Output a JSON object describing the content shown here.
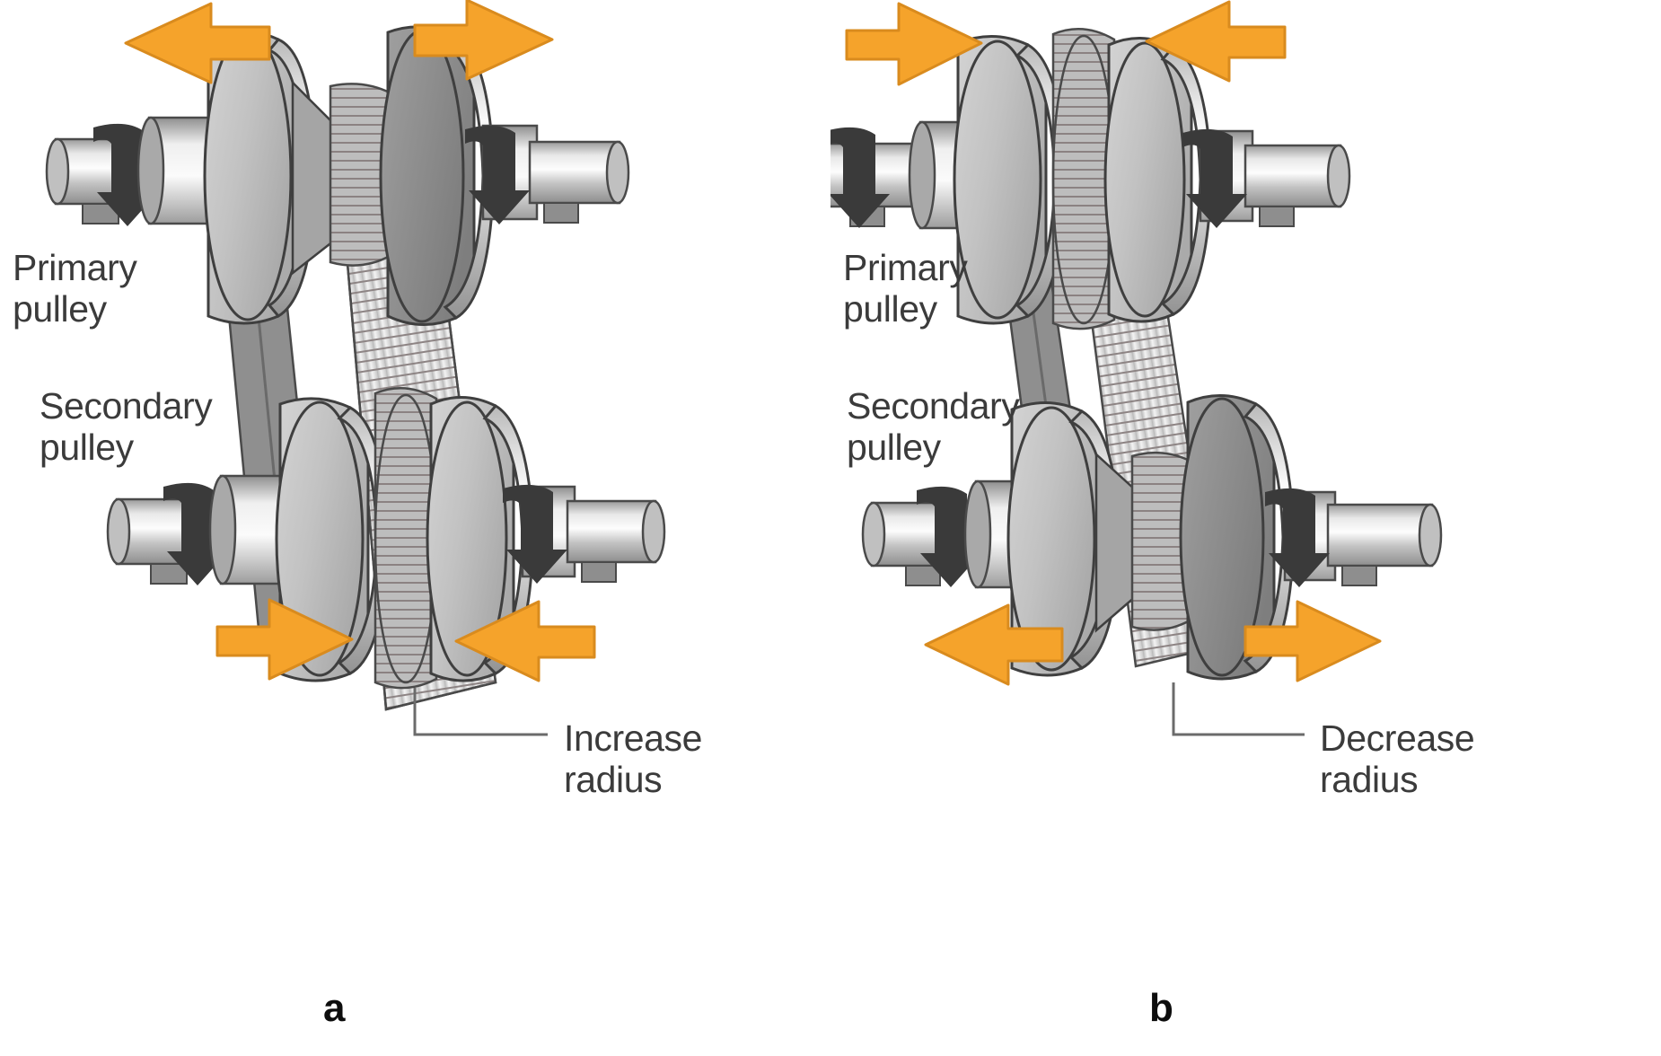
{
  "figure": {
    "title": "Continuously variable transmission (CVT) pulley ratio change",
    "background_color": "#ffffff"
  },
  "colors": {
    "orange_arrow": "#F5A32B",
    "orange_arrow_stroke": "#D98B1E",
    "rotation_arrow": "#3a3a3a",
    "metal_light": "#f2f2f2",
    "metal_mid": "#b8b8b8",
    "metal_dark": "#8a8a8a",
    "outline": "#3f3f3f",
    "label_text": "#3b3b3b",
    "letter_text": "#0d0d0d",
    "leader_line": "#6b6b6b"
  },
  "panels": [
    {
      "id": "a",
      "letter": "a",
      "labels": {
        "primary": "Primary\npulley",
        "secondary": "Secondary\npulley",
        "callout": "Increase\nradius"
      },
      "primary_pulley": {
        "state": "open",
        "belt_position": "low",
        "sheave_arrows": [
          {
            "name": "primary-left-sheave-arrow",
            "direction": "left",
            "icon": "arrow-left-icon"
          },
          {
            "name": "primary-right-sheave-arrow",
            "direction": "right",
            "icon": "arrow-right-icon"
          }
        ],
        "shaft_rotation_arrows": 2
      },
      "secondary_pulley": {
        "state": "closed",
        "belt_position": "high",
        "sheave_arrows": [
          {
            "name": "secondary-left-sheave-arrow",
            "direction": "right",
            "icon": "arrow-right-icon"
          },
          {
            "name": "secondary-right-sheave-arrow",
            "direction": "left",
            "icon": "arrow-left-icon"
          }
        ],
        "shaft_rotation_arrows": 2
      }
    },
    {
      "id": "b",
      "letter": "b",
      "labels": {
        "primary": "Primary\npulley",
        "secondary": "Secondary\npulley",
        "callout": "Decrease\nradius"
      },
      "primary_pulley": {
        "state": "closed",
        "belt_position": "high",
        "sheave_arrows": [
          {
            "name": "primary-left-sheave-arrow",
            "direction": "right",
            "icon": "arrow-right-icon"
          },
          {
            "name": "primary-right-sheave-arrow",
            "direction": "left",
            "icon": "arrow-left-icon"
          }
        ],
        "shaft_rotation_arrows": 2
      },
      "secondary_pulley": {
        "state": "open",
        "belt_position": "low",
        "sheave_arrows": [
          {
            "name": "secondary-left-sheave-arrow",
            "direction": "left",
            "icon": "arrow-left-icon"
          },
          {
            "name": "secondary-right-sheave-arrow",
            "direction": "right",
            "icon": "arrow-right-icon"
          }
        ],
        "shaft_rotation_arrows": 2
      }
    }
  ]
}
